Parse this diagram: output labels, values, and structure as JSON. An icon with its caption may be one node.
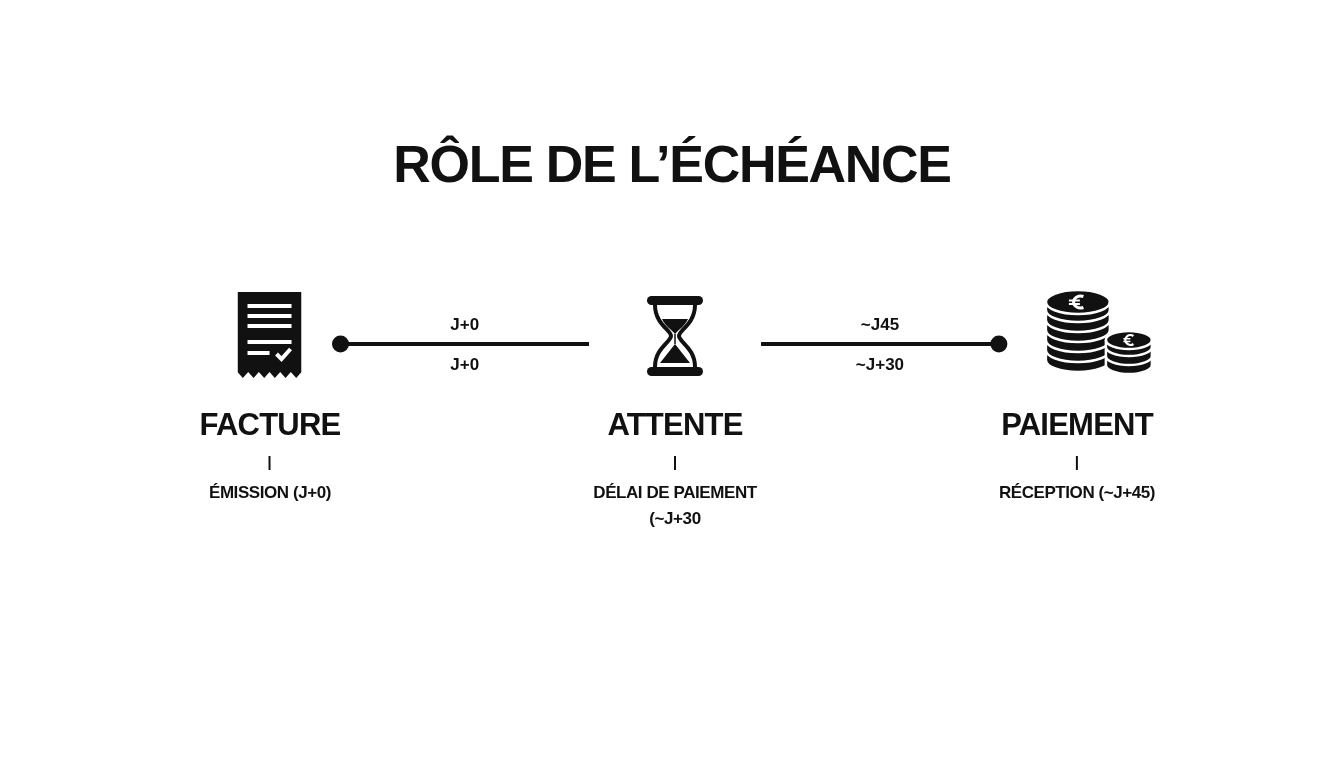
{
  "diagram": {
    "title": "RÔLE DE L’ÉCHÉANCE",
    "nodes": [
      {
        "text": [
          "FACTURE",
          "ÉMISSION (J+0)"
        ]
      },
      {
        "text": [
          "ATTENTE",
          "DÉLAI DE PAIEMENT (~J+30"
        ]
      },
      {
        "text": [
          "PAIEMENT",
          "RÉCEPTION (~J+45)"
        ]
      }
    ],
    "edges": [
      {
        "from": 0,
        "to": 1,
        "arrow": "other",
        "label": "J+0"
      },
      {
        "from": 2,
        "to": 1,
        "arrow": "other",
        "label": "~J45"
      }
    ],
    "labels": [
      "J+0",
      "~J+30"
    ]
  }
}
